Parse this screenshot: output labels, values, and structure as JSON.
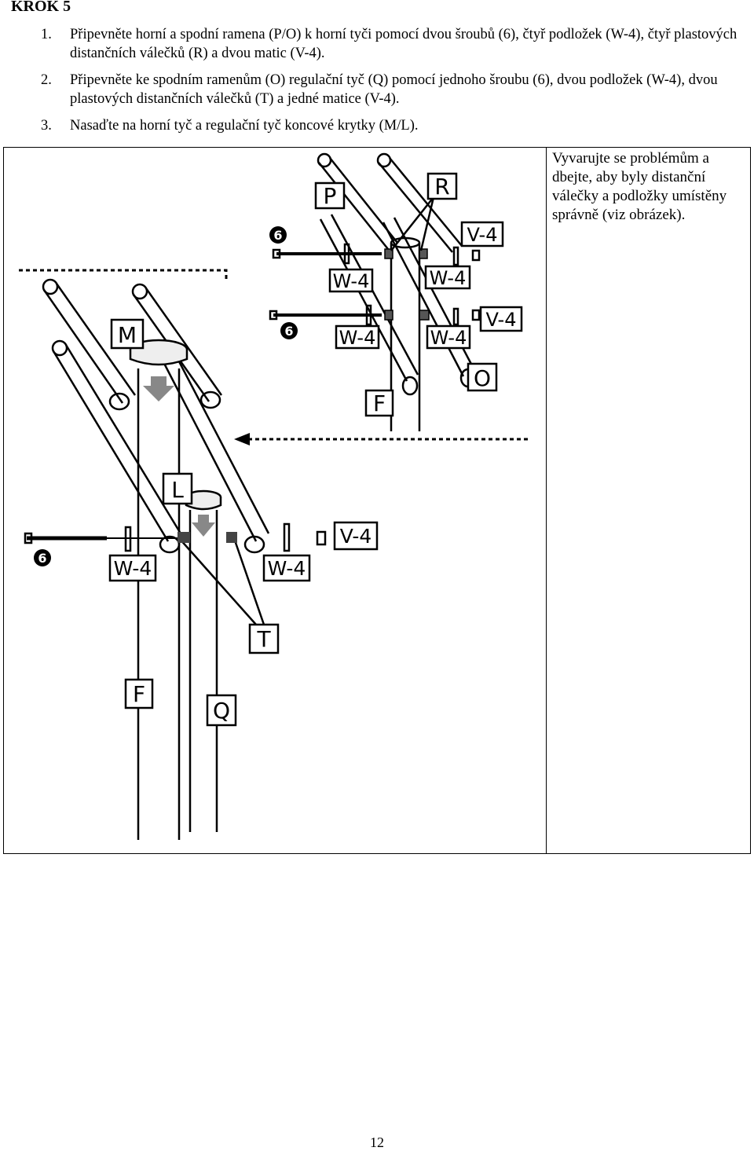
{
  "heading": "KROK 5",
  "steps": [
    {
      "num": "1.",
      "text": "Připevněte horní a spodní ramena (P/O) k horní tyči pomocí dvou šroubů (6), čtyř podložek (W-4), čtyř plastových distančních válečků (R) a dvou matic (V-4)."
    },
    {
      "num": "2.",
      "text": "Připevněte ke spodním ramenům (O) regulační tyč (Q) pomocí jednoho šroubu (6), dvou podložek (W-4), dvou plastových distančních válečků (T) a jedné matice (V-4)."
    },
    {
      "num": "3.",
      "text": "Nasaďte na horní tyč a regulační tyč koncové krytky (M/L)."
    }
  ],
  "note": "Vyvarujte se problémům a dbejte, aby byly distanční válečky a podložky umístěny správně (viz obrázek).",
  "diagram_labels": {
    "P": "P",
    "R": "R",
    "O": "O",
    "F": "F",
    "M": "M",
    "L": "L",
    "T": "T",
    "Q": "Q",
    "W4": "W-4",
    "V4": "V-4",
    "bolt": "6"
  },
  "page_number": "12"
}
